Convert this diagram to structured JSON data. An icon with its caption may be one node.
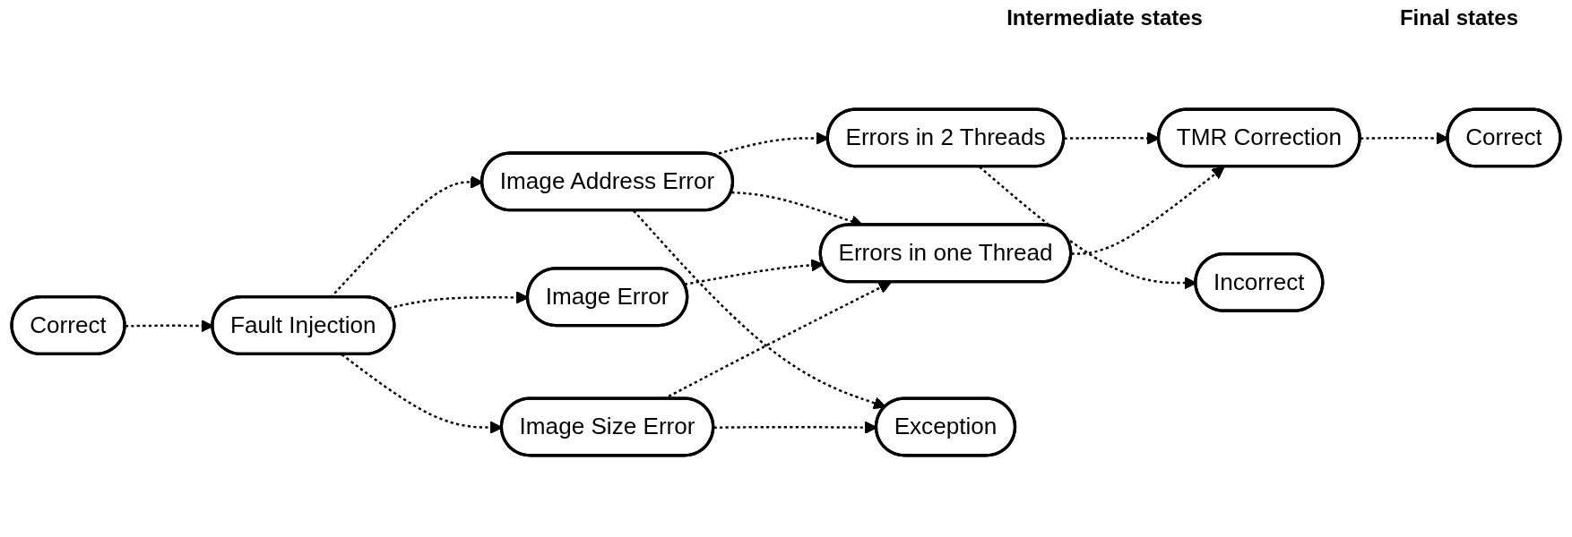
{
  "diagram": {
    "nodes": [
      {
        "text": [
          "Correct"
        ]
      },
      {
        "text": [
          "Fault Injection"
        ]
      },
      {
        "text": [
          "Image Address Error"
        ]
      },
      {
        "text": [
          "Image Error"
        ]
      },
      {
        "text": [
          "Image Size Error"
        ]
      },
      {
        "text": [
          "Errors in 2 Threads"
        ]
      },
      {
        "text": [
          "Errors in one Thread"
        ]
      },
      {
        "text": [
          "TMR Correction"
        ]
      },
      {
        "text": [
          "Exception"
        ]
      },
      {
        "text": [
          "Incorrect"
        ]
      },
      {
        "text": [
          "Correct"
        ]
      }
    ],
    "edges": [
      {
        "from": 0,
        "to": 1,
        "arrow": "to",
        "style": "dashed"
      },
      {
        "from": 1,
        "to": 2,
        "arrow": "to",
        "style": "dashed"
      },
      {
        "from": 1,
        "to": 3,
        "arrow": "to",
        "style": "dashed"
      },
      {
        "from": 1,
        "to": 4,
        "arrow": "to",
        "style": "dashed"
      },
      {
        "from": 2,
        "to": 8,
        "arrow": "to",
        "style": "dashed"
      },
      {
        "from": 2,
        "to": 5,
        "arrow": "to",
        "style": "dashed"
      },
      {
        "from": 2,
        "to": 6,
        "arrow": "to",
        "style": "dashed"
      },
      {
        "from": 3,
        "to": 6,
        "arrow": "to",
        "style": "dashed"
      },
      {
        "from": 4,
        "to": 8,
        "arrow": "to",
        "style": "dashed"
      },
      {
        "from": 4,
        "to": 6,
        "arrow": "to",
        "style": "dashed"
      },
      {
        "from": 5,
        "to": 9,
        "arrow": "to",
        "style": "dashed"
      },
      {
        "from": 5,
        "to": 7,
        "arrow": "to",
        "style": "dashed"
      },
      {
        "from": 6,
        "to": 7,
        "arrow": "to",
        "style": "dashed"
      },
      {
        "from": 7,
        "to": 10,
        "arrow": "to",
        "style": "dashed"
      }
    ],
    "labels": [
      "Intermediate states",
      "Final states"
    ]
  }
}
